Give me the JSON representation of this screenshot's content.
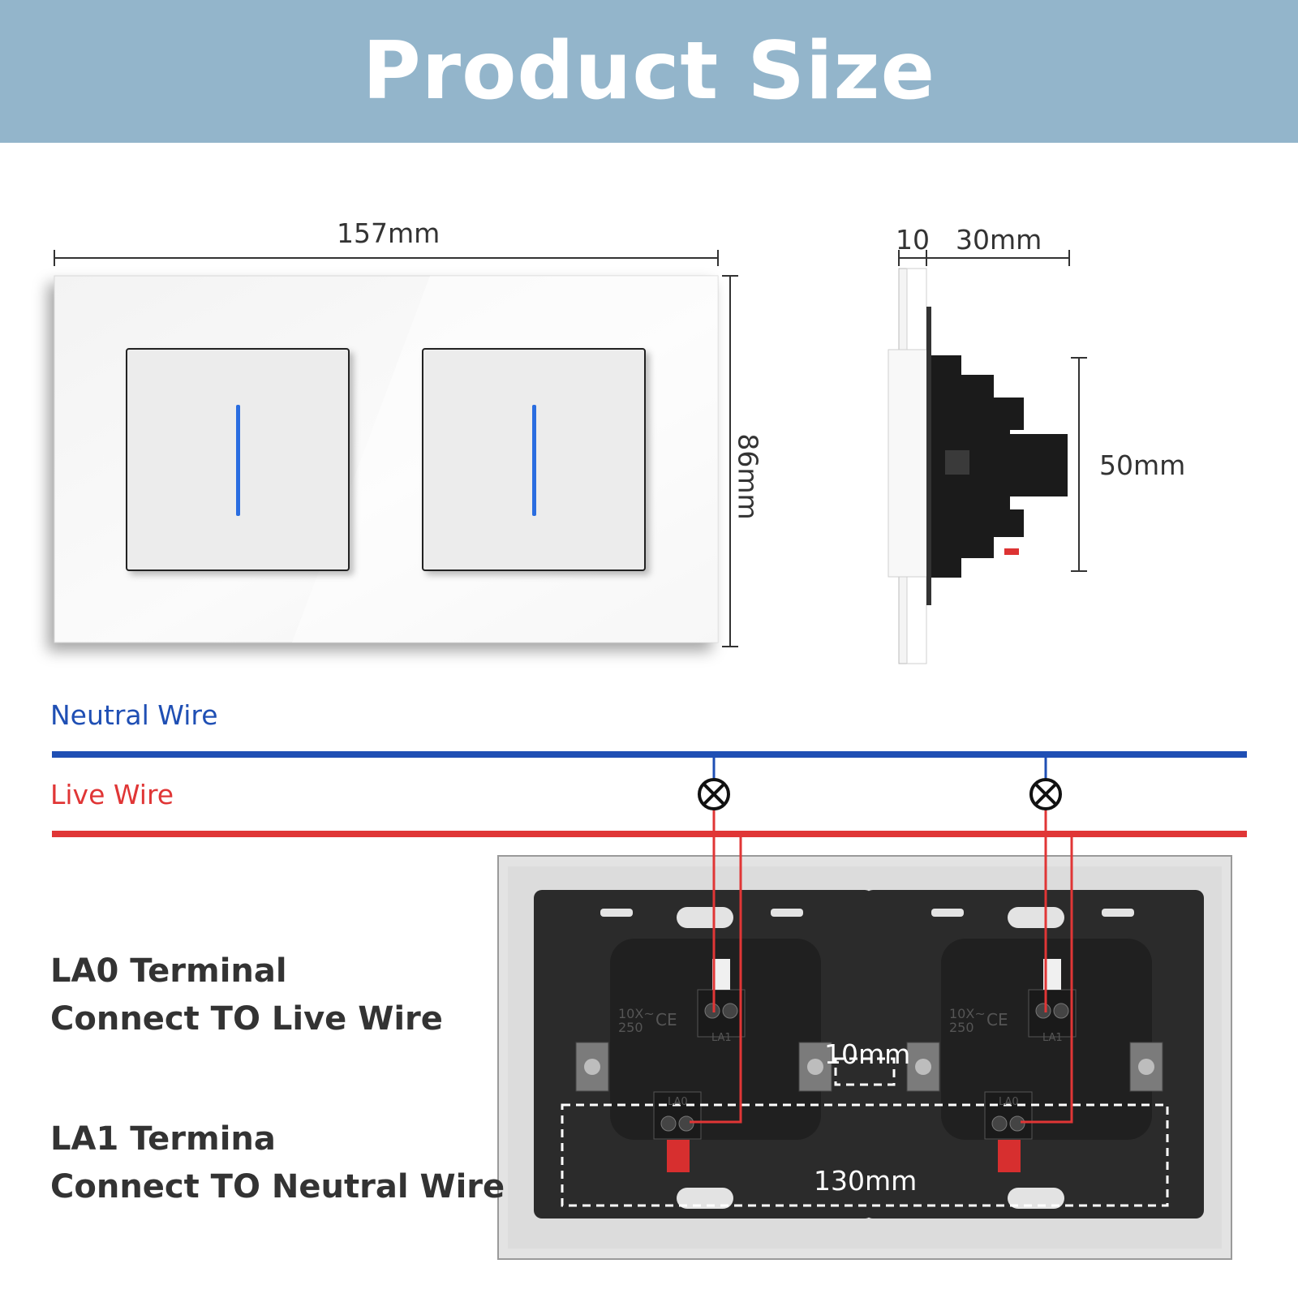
{
  "title": "Product Size",
  "dimensions": {
    "width": "157mm",
    "height": "86mm",
    "plate_thickness": "10",
    "depth": "30mm",
    "module_height": "50mm",
    "box_gap": "10mm",
    "box_spacing": "130mm"
  },
  "wires": {
    "neutral_label": "Neutral Wire",
    "live_label": "Live Wire",
    "neutral_color": "#1f4fb4",
    "live_color": "#e03636"
  },
  "terminals": {
    "la0_title": "LA0 Terminal",
    "la0_desc": "Connect TO Live Wire",
    "la1_title": "LA1 Termina",
    "la1_desc": "Connect TO Neutral Wire",
    "la0_mark": "LA0",
    "la1_mark": "LA1"
  },
  "module_marking": {
    "rating_top": "10X~",
    "rating_bottom": "250",
    "cert": "CE"
  },
  "switch_count": 2,
  "indicator_color": "#2a6de0"
}
